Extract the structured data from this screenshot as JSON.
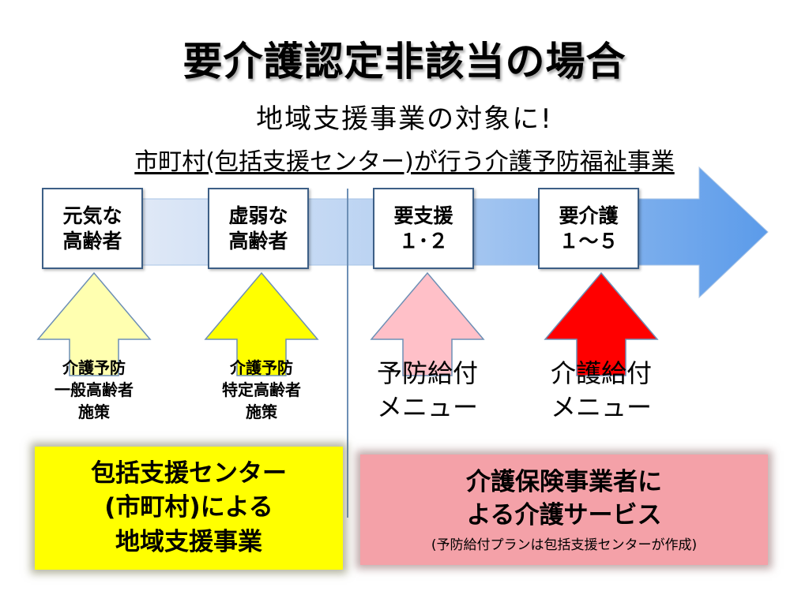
{
  "title": "要介護認定非該当の場合",
  "subtitle": "地域支援事業の対象に!",
  "subtitle2": "市町村(包括支援センター)が行う介護予防福祉事業",
  "colors": {
    "band_start": "#e9eef8",
    "band_end": "#5b9bea",
    "arrow_light_yellow": "#ffffb0",
    "arrow_yellow": "#ffff00",
    "arrow_pink": "#ffc0c8",
    "arrow_red": "#ff0000",
    "box_yellow": "#ffff00",
    "box_pink": "#f4a1a8"
  },
  "stages": [
    {
      "label": "元気な\n高齢者"
    },
    {
      "label": "虚弱な\n高齢者"
    },
    {
      "label": "要支援\n１･２"
    },
    {
      "label": "要介護\n１～５"
    }
  ],
  "supports": [
    {
      "label": "介護予防\n一般高齢者\n施策",
      "arrow_color": "#ffffb0"
    },
    {
      "label": "介護予防\n特定高齢者\n施策",
      "arrow_color": "#ffff00"
    },
    {
      "label": "予防給付\nメニュー",
      "arrow_color": "#ffc0c8"
    },
    {
      "label": "介護給付\nメニュー",
      "arrow_color": "#ff0000"
    }
  ],
  "box_left": {
    "line1": "包括支援センター",
    "line2": "(市町村)による",
    "line3": "地域支援事業"
  },
  "box_right": {
    "main": "介護保険事業者に\nよる介護サービス",
    "note": "(予防給付プランは包括支援センターが作成)"
  }
}
